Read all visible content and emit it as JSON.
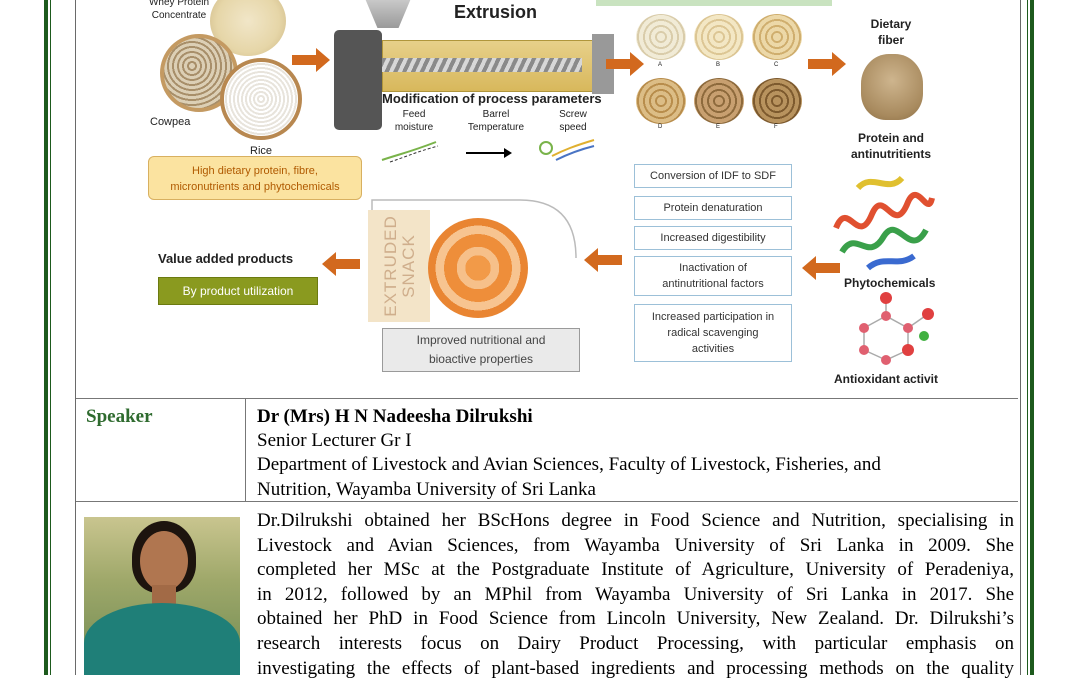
{
  "figure": {
    "title": "Extrusion",
    "ingredients": {
      "whey": "Whey Protein\nConcentrate",
      "cowpea": "Cowpea",
      "rice": "Rice"
    },
    "ingredient_box": "High dietary protein, fibre,\nmicronutrients and phytochemicals",
    "process_title": "Modification of process parameters",
    "params": [
      "Feed\nmoisture",
      "Barrel\nTemperature",
      "Screw\nspeed"
    ],
    "sample_labels": [
      "A",
      "B",
      "C",
      "D",
      "E",
      "F"
    ],
    "dietary_fiber": "Dietary\nfiber",
    "protein_antinutrients": "Protein and\nantinutritients",
    "phytochemicals": "Phytochemicals",
    "antioxidant": "Antioxidant activit",
    "effects": [
      "Conversion of IDF to SDF",
      "Protein denaturation",
      "Increased digestibility",
      "Inactivation of\nantinutritional factors",
      "Increased participation in\nradical scavenging\nactivities"
    ],
    "snack_label": "EXTRUDED\nSNACK",
    "improved_box": "Improved nutritional and\nbioactive properties",
    "value_added": "Value added products",
    "byproduct": "By product utilization"
  },
  "speaker": {
    "label": "Speaker",
    "name": "Dr (Mrs) H N Nadeesha Dilrukshi",
    "position": "Senior Lecturer Gr I",
    "dept_line1": "Department of Livestock and Avian Sciences, Faculty of Livestock, Fisheries, and",
    "dept_line2": "Nutrition, Wayamba University of Sri Lanka"
  },
  "bio": {
    "lines": [
      "Dr.Dilrukshi obtained her BScHons degree in Food Science and Nutrition, specialising in",
      "Livestock and Avian Sciences, from Wayamba University of Sri Lanka in 2009. She",
      "completed her MSc at the Postgraduate Institute of Agriculture, University of Peradeniya,",
      "in 2012, followed by an MPhil from Wayamba University of Sri Lanka in 2017. She",
      "obtained her PhD in Food Science from Lincoln University, New Zealand. Dr. Dilrukshi’s",
      "research interests focus on Dairy Product Processing, with particular emphasis on",
      "investigating the effects of plant-based ingredients and processing methods on the quality"
    ]
  },
  "colors": {
    "green_rule": "#1d5a1d",
    "speaker_label": "#2f6b2f",
    "arrow": "#d2691e",
    "byproduct_bg": "#8a9a1f",
    "ingredient_box_bg": "#fbe3a0"
  }
}
